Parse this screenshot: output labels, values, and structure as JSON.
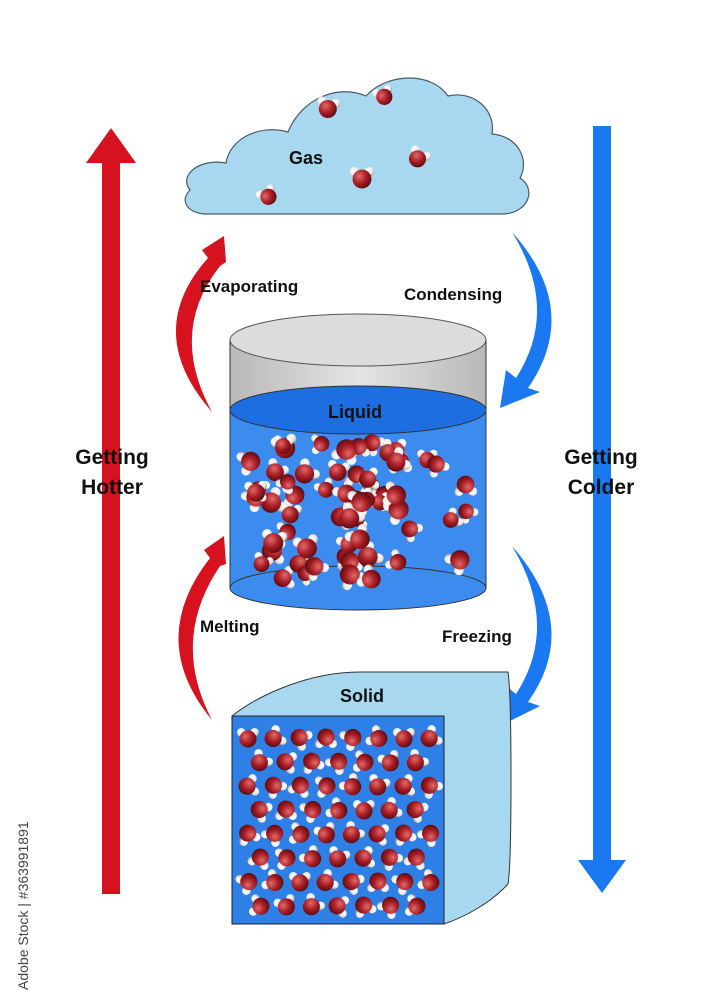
{
  "states": {
    "gas": "Gas",
    "liquid": "Liquid",
    "solid": "Solid"
  },
  "transitions": {
    "evaporating": "Evaporating",
    "condensing": "Condensing",
    "melting": "Melting",
    "freezing": "Freezing"
  },
  "sides": {
    "hotter_line1": "Getting",
    "hotter_line2": "Hotter",
    "colder_line1": "Getting",
    "colder_line2": "Colder"
  },
  "watermark_id": "Adobe Stock | #363991891",
  "colors": {
    "hot": "#d6121e",
    "cold": "#1a78f0",
    "water": "#3c8cf0",
    "cloud": "#a8d8f0",
    "oxygen": "#a91e26",
    "hydrogen": "#ffffff"
  }
}
